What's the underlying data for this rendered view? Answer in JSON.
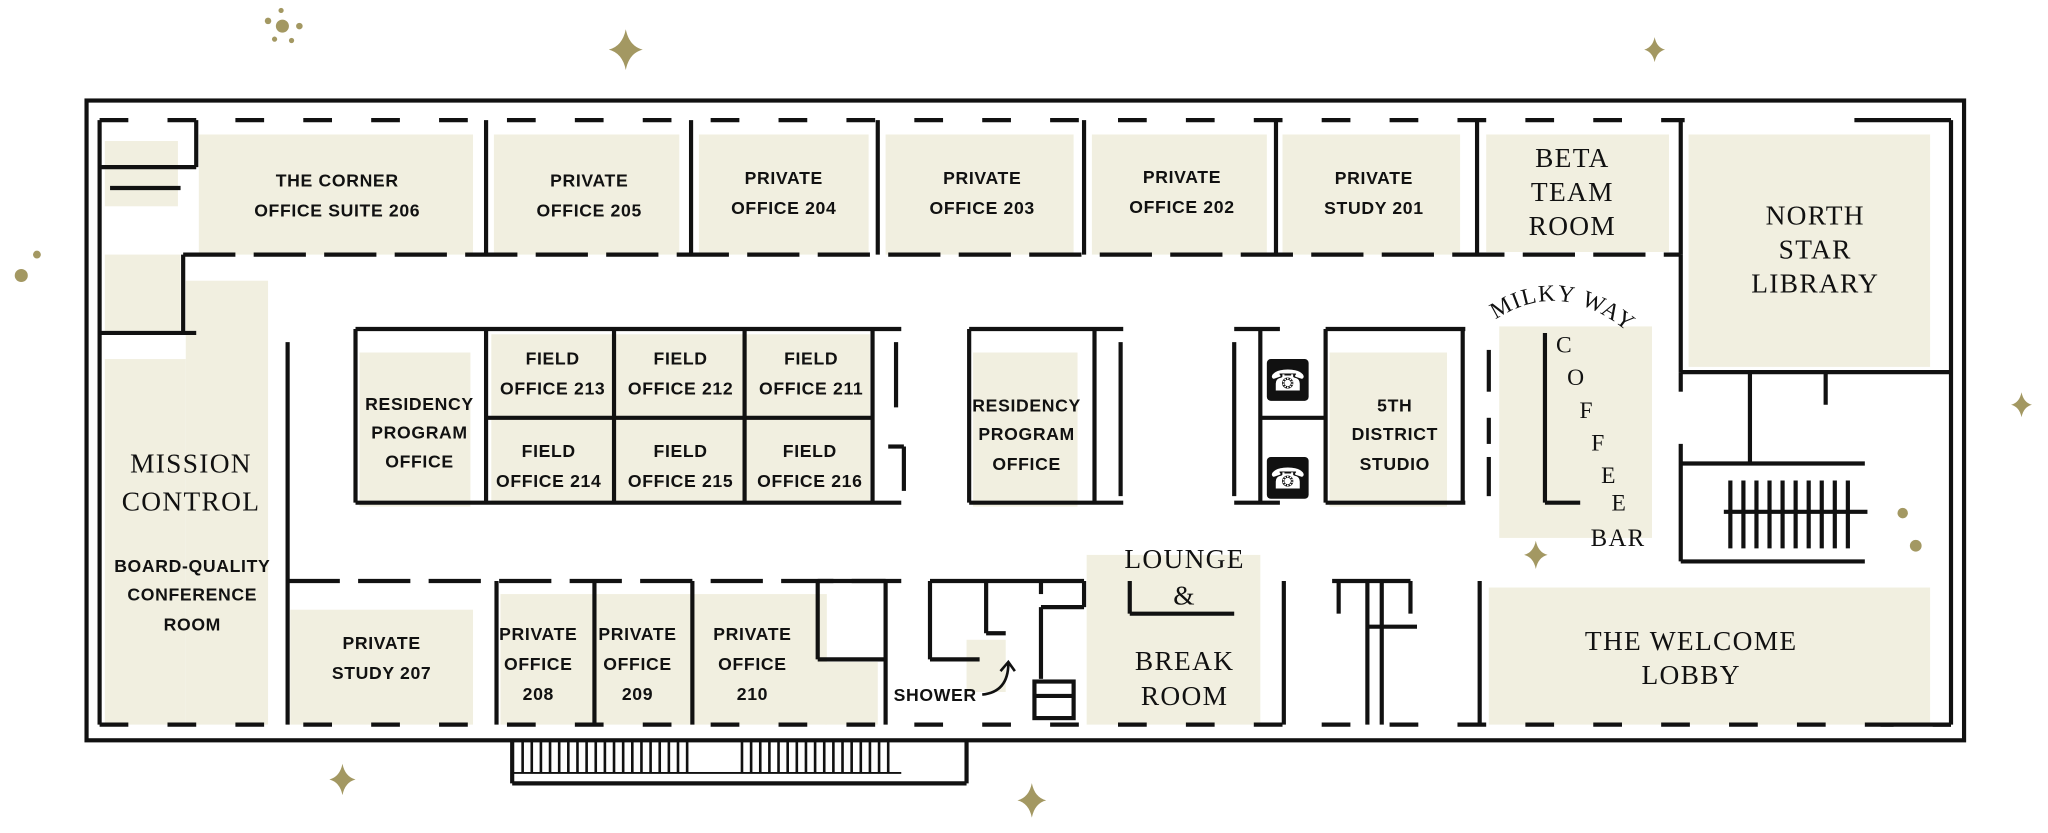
{
  "colors": {
    "wall": "#111111",
    "room_fill": "#f1efe0",
    "star": "#a39862"
  },
  "rooms": {
    "corner": [
      "THE CORNER",
      "OFFICE SUITE 206"
    ],
    "o205": [
      "PRIVATE",
      "OFFICE 205"
    ],
    "o204": [
      "PRIVATE",
      "OFFICE 204"
    ],
    "o203": [
      "PRIVATE",
      "OFFICE 203"
    ],
    "o202": [
      "PRIVATE",
      "OFFICE 202"
    ],
    "s201": [
      "PRIVATE",
      "STUDY 201"
    ],
    "beta": [
      "BETA",
      "TEAM",
      "ROOM"
    ],
    "north": [
      "NORTH",
      "STAR",
      "LIBRARY"
    ],
    "mission": [
      "MISSION",
      "CONTROL"
    ],
    "mission_sub": [
      "BOARD-QUALITY",
      "CONFERENCE",
      "ROOM"
    ],
    "res1": [
      "RESIDENCY",
      "PROGRAM",
      "OFFICE"
    ],
    "f213": [
      "FIELD",
      "OFFICE 213"
    ],
    "f212": [
      "FIELD",
      "OFFICE 212"
    ],
    "f211": [
      "FIELD",
      "OFFICE 211"
    ],
    "f214": [
      "FIELD",
      "OFFICE 214"
    ],
    "f215": [
      "FIELD",
      "OFFICE 215"
    ],
    "f216": [
      "FIELD",
      "OFFICE 216"
    ],
    "res2": [
      "RESIDENCY",
      "PROGRAM",
      "OFFICE"
    ],
    "district": [
      "5TH",
      "DISTRICT",
      "STUDIO"
    ],
    "coffee_arc": "MILKY WAY",
    "coffee": [
      "C",
      "O",
      "F",
      "F",
      "E",
      "E",
      "BAR"
    ],
    "s207": [
      "PRIVATE",
      "STUDY 207"
    ],
    "o208": [
      "PRIVATE",
      "OFFICE",
      "208"
    ],
    "o209": [
      "PRIVATE",
      "OFFICE",
      "209"
    ],
    "o210": [
      "PRIVATE",
      "OFFICE",
      "210"
    ],
    "shower": "SHOWER",
    "lounge": [
      "LOUNGE",
      "&",
      "BREAK",
      "ROOM"
    ],
    "lobby": [
      "THE WELCOME",
      "LOBBY"
    ]
  },
  "icons": {
    "phone": "telephone-icon",
    "star": "star-icon"
  },
  "phone_glyph": "☎"
}
